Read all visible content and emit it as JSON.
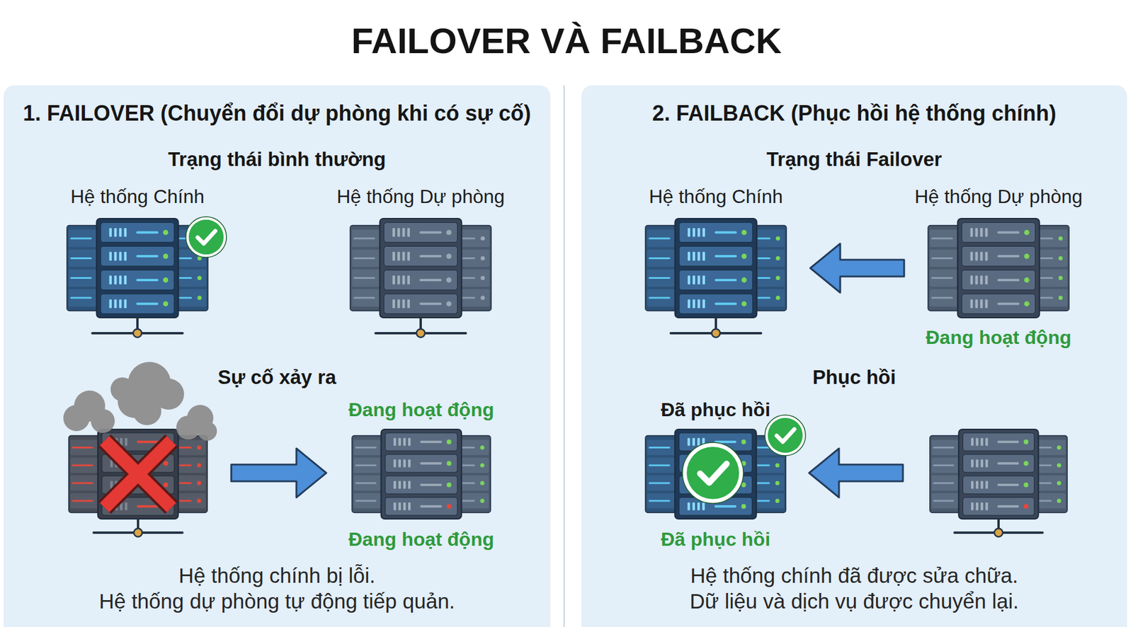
{
  "diagram": {
    "title": "FAILOVER VÀ FAILBACK",
    "nodes": [
      {
        "text": [
          "1. FAILOVER (Chuyển đổi dự phòng khi có sự cố)",
          "Trạng thái bình thường",
          "Sự cố xảy ra",
          "Hệ thống chính bị lỗi.",
          "Hệ thống dự phòng tự động tiếp quản."
        ]
      },
      {
        "text": [
          "Hệ thống Chính"
        ],
        "in": 0
      },
      {
        "text": [
          "Hệ thống Dự phòng"
        ],
        "in": 0
      },
      {
        "text": [
          "Đang hoạt động",
          "Đang hoạt động"
        ],
        "in": 0
      },
      {
        "text": [
          "2. FAILBACK (Phục hồi hệ thống chính)",
          "Trạng thái Failover",
          "Phục hồi",
          "Hệ thống chính đã được sửa chữa.",
          "Dữ liệu và dịch vụ được chuyển lại."
        ]
      },
      {
        "text": [
          "Hệ thống Chính"
        ],
        "in": 4
      },
      {
        "text": [
          "Hệ thống Dự phòng",
          "Đang hoạt động"
        ],
        "in": 4
      },
      {
        "text": [
          "Đã phục hồi",
          "Đã phục hồi"
        ],
        "in": 4
      }
    ],
    "edges": [
      {
        "from": 6,
        "to": 5,
        "arrow": "to"
      }
    ]
  }
}
